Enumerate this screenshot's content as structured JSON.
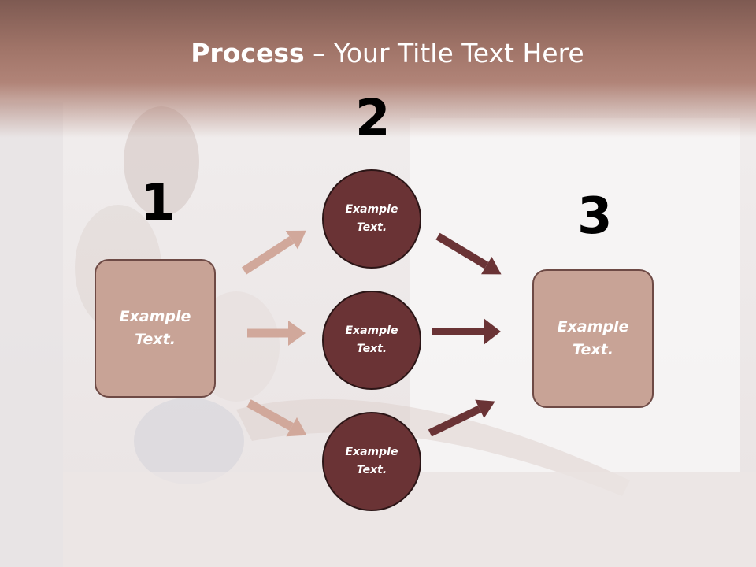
{
  "slide": {
    "title_bold": "Process",
    "title_rest": " – Your Title Text Here"
  },
  "steps": {
    "step1_number": "1",
    "step2_number": "2",
    "step3_number": "3"
  },
  "boxes": {
    "left_label_line1": "Example",
    "left_label_line2": "Text.",
    "right_label_line1": "Example",
    "right_label_line2": "Text."
  },
  "circles": {
    "top_line1": "Example",
    "top_line2": "Text.",
    "middle_line1": "Example",
    "middle_line2": "Text.",
    "bottom_line1": "Example",
    "bottom_line2": "Text."
  },
  "colors": {
    "header": "#a07468",
    "box_fill": "#c8a396",
    "box_border": "#6e4a45",
    "circle_fill": "#6a3335",
    "arrow_light": "#d1a89b",
    "arrow_dark": "#6a3335"
  }
}
